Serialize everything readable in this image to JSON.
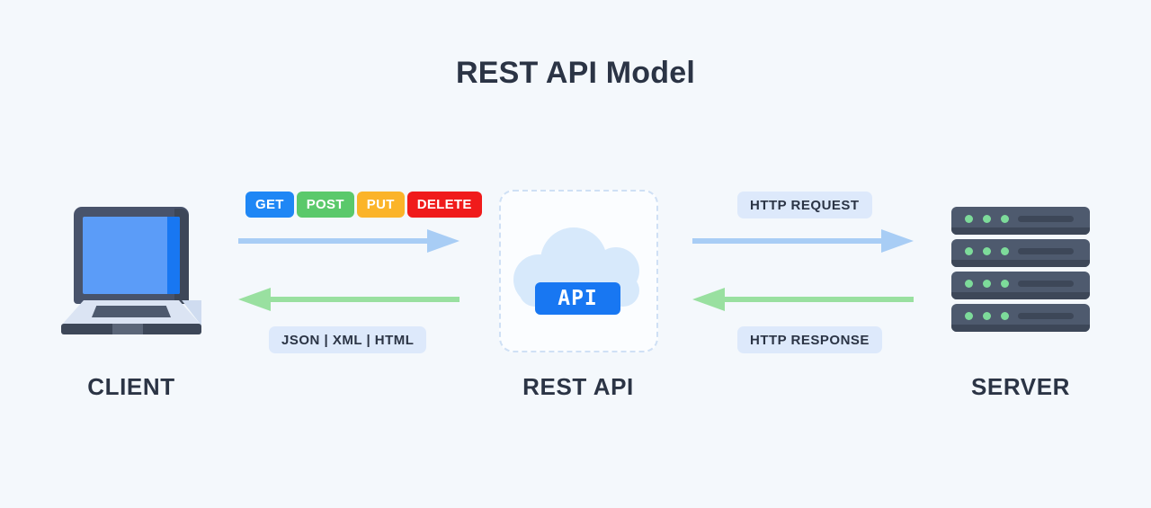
{
  "diagram": {
    "title": "REST API Model",
    "background_color": "#f4f8fc",
    "text_color": "#2b3445"
  },
  "nodes": {
    "client": {
      "label": "CLIENT",
      "icon": "laptop-icon"
    },
    "api": {
      "label": "REST API",
      "icon": "cloud-icon",
      "badge": "API",
      "badge_color": "#1877f2"
    },
    "server": {
      "label": "SERVER",
      "icon": "server-rack-icon",
      "rack_count": 4,
      "leds_per_rack": 3,
      "led_color": "#7ddb9a"
    }
  },
  "http_methods": [
    {
      "label": "GET",
      "color": "#1f87f5"
    },
    {
      "label": "POST",
      "color": "#5bc96b"
    },
    {
      "label": "PUT",
      "color": "#fbb429"
    },
    {
      "label": "DELETE",
      "color": "#f01b1b"
    }
  ],
  "pills": {
    "formats": "JSON  |  XML  |  HTML",
    "http_request": "HTTP REQUEST",
    "http_response": "HTTP RESPONSE",
    "pill_background": "#dde9fb"
  },
  "arrows": {
    "request_color": "#a8cdf5",
    "response_color": "#99e0a0",
    "client_to_api_request": "request",
    "api_to_client_response": "response",
    "api_to_server_request": "request",
    "server_to_api_response": "response"
  }
}
